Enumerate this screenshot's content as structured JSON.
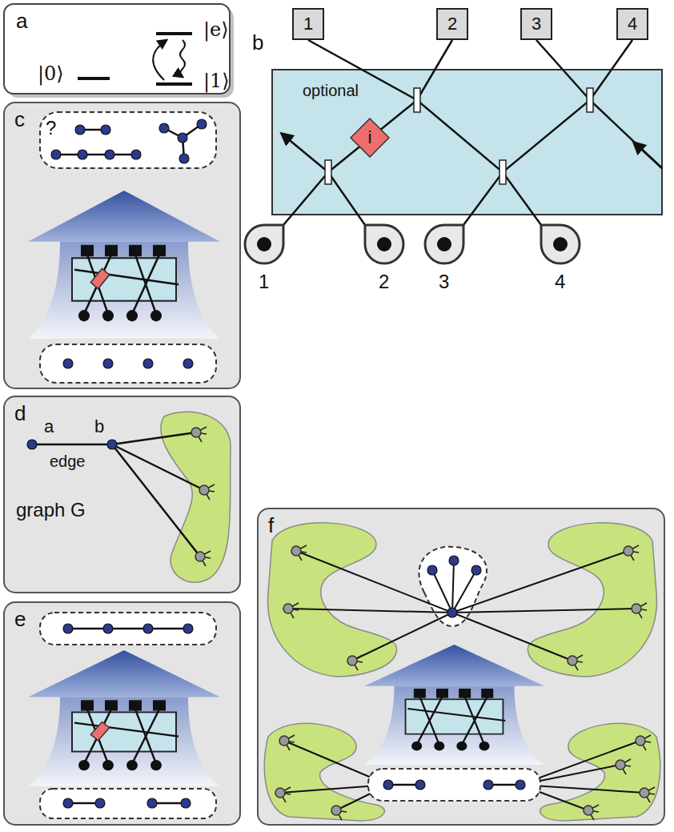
{
  "diagram": {
    "nodes": [
      {
        "text": [
          "a",
          "|e⟩",
          "|0⟩",
          "|1⟩"
        ]
      },
      {
        "text": [
          "1"
        ]
      },
      {
        "text": [
          "2"
        ]
      },
      {
        "text": [
          "3"
        ]
      },
      {
        "text": [
          "4"
        ]
      },
      {
        "text": [
          "optional"
        ]
      },
      {
        "text": [
          "i"
        ],
        "in": 5
      },
      {
        "text": [
          "c",
          "?"
        ]
      },
      {
        "text": [
          "d",
          "a",
          "b",
          "edge",
          "graph G"
        ]
      },
      {
        "text": [
          "e"
        ]
      },
      {
        "text": [
          "f"
        ]
      }
    ],
    "labels": [
      "b",
      "1",
      "2",
      "3",
      "4"
    ]
  }
}
